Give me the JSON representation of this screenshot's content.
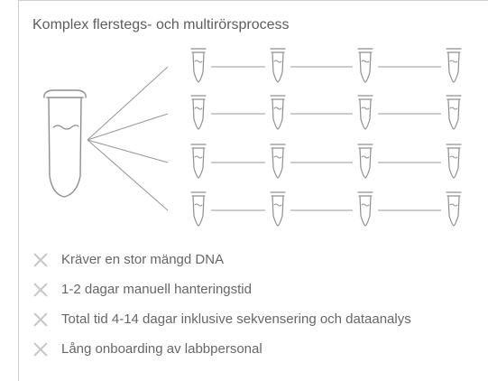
{
  "panel": {
    "title": "Komplex flerstegs- och multirörsprocess"
  },
  "items": [
    {
      "label": "Kräver en stor mängd DNA",
      "icon": "x-icon"
    },
    {
      "label": "1-2 dagar manuell hanteringstid",
      "icon": "x-icon"
    },
    {
      "label": "Total tid 4-14 dagar inklusive sekvensering och dataanalys",
      "icon": "x-icon"
    },
    {
      "label": "Lång onboarding av labbpersonal",
      "icon": "x-icon"
    }
  ],
  "colors": {
    "line": "#9a9a9a",
    "tube": "#8f8f8f",
    "text": "#666666",
    "icon": "#c7c7c7"
  }
}
